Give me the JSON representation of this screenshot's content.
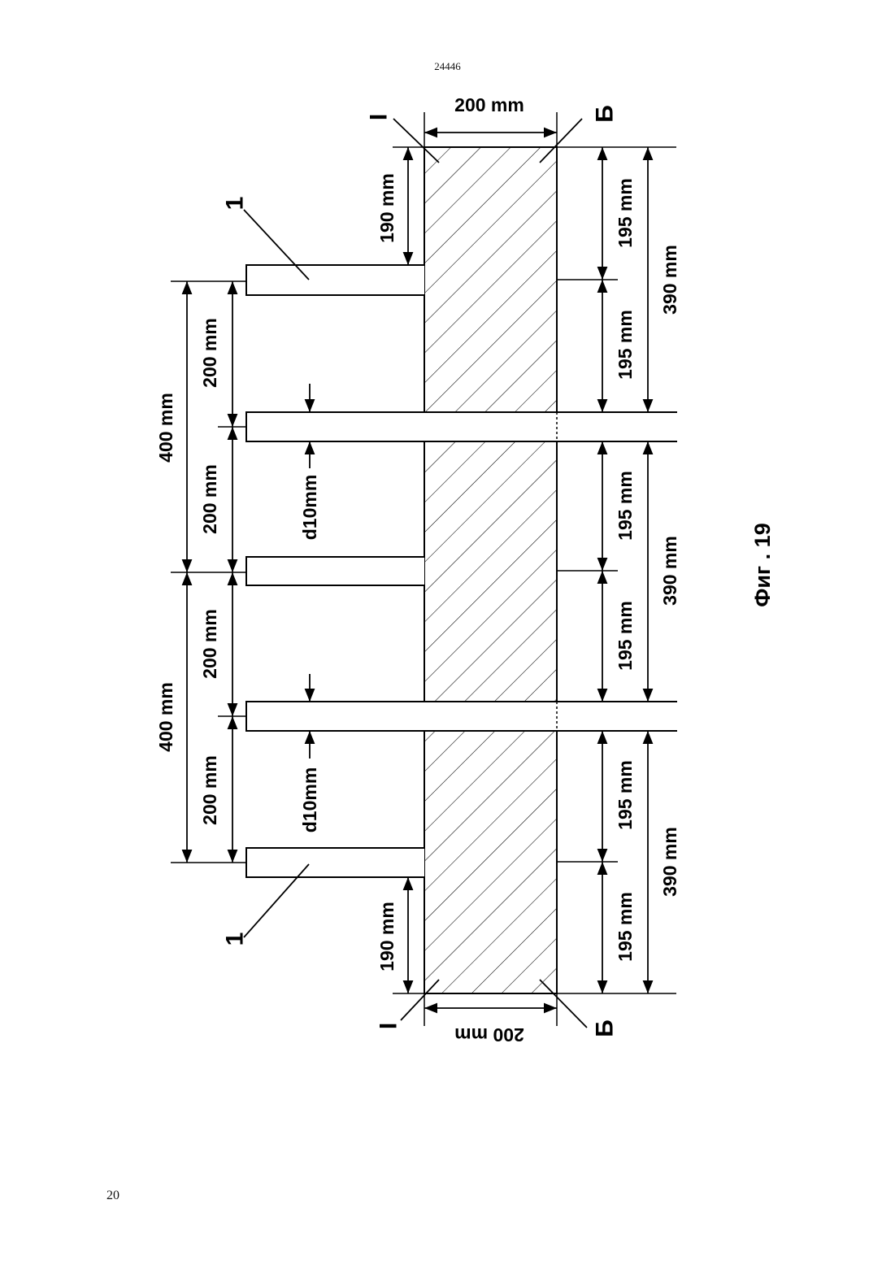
{
  "page": {
    "header_number": "24446",
    "page_number": "20"
  },
  "figure": {
    "caption": "Фиг . 19",
    "wall_width_top": "200 mm",
    "wall_width_bottom": "200 mm",
    "section_mark_left_top": "I",
    "section_mark_left_bottom": "I",
    "section_mark_right_top": "Б",
    "section_mark_right_bottom": "Б",
    "edge_gap_top": "190 mm",
    "edge_gap_bottom": "190 mm",
    "item_marker_top": "1",
    "item_marker_bottom": "1",
    "span_total_1": "400 mm",
    "span_total_2": "400 mm",
    "spacing": [
      "200 mm",
      "200 mm",
      "200 mm",
      "200 mm"
    ],
    "diameter_1": "d10mm",
    "diameter_2": "d10mm",
    "right_half": [
      "195 mm",
      "195 mm",
      "195 mm",
      "195 mm",
      "195 mm",
      "195 mm"
    ],
    "right_total": [
      "390 mm",
      "390 mm",
      "390 mm"
    ]
  }
}
